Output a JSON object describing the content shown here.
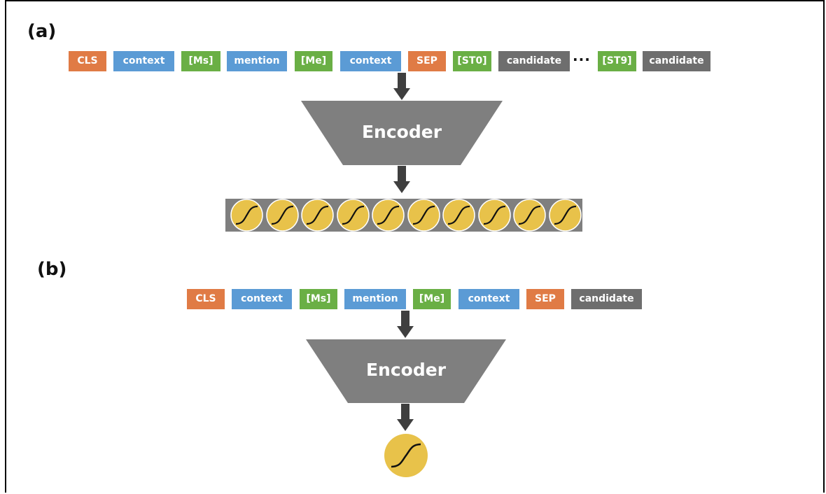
{
  "panel_a": {
    "label": "(a)",
    "tokens": [
      "CLS",
      "context",
      "[Ms]",
      "mention",
      "[Me]",
      "context",
      "SEP",
      "[ST0]",
      "candidate",
      "[ST9]",
      "candidate"
    ],
    "ellipsis": "···",
    "encoder_label": "Encoder"
  },
  "panel_b": {
    "label": "(b)",
    "tokens": [
      "CLS",
      "context",
      "[Ms]",
      "mention",
      "[Me]",
      "context",
      "SEP",
      "candidate"
    ],
    "encoder_label": "Encoder"
  },
  "colors": {
    "special_token": "#E07B45",
    "context_token": "#5B9BD5",
    "marker_token": "#6AAF45",
    "candidate_token": "#6E6E6E",
    "encoder": "#7F7F7F",
    "sigmoid_unit": "#E8C24A"
  },
  "icons": {
    "arrow": "down-arrow-icon",
    "unit": "sigmoid-icon"
  }
}
